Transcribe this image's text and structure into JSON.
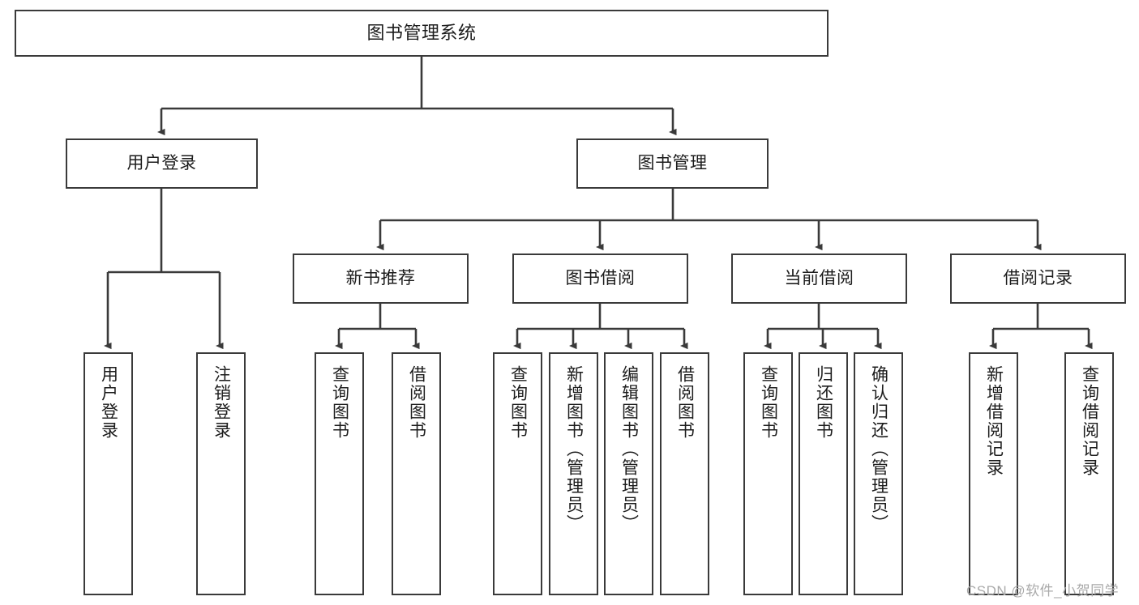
{
  "diagram": {
    "type": "tree-hierarchy",
    "title": "图书管理系统",
    "orientation": "top-down",
    "colors": {
      "stroke": "#3a3a3a",
      "fill": "#ffffff",
      "text": "#1c1c1c",
      "watermark": "#a9a9a9"
    },
    "root": {
      "label": "图书管理系统"
    },
    "level2": [
      {
        "label": "用户登录"
      },
      {
        "label": "图书管理"
      }
    ],
    "level3": [
      {
        "label": "新书推荐"
      },
      {
        "label": "图书借阅"
      },
      {
        "label": "当前借阅"
      },
      {
        "label": "借阅记录"
      }
    ],
    "leaves": {
      "user_login": [
        {
          "label": "用户登录"
        },
        {
          "label": "注销登录"
        }
      ],
      "new_book_recommend": [
        {
          "label": "查询图书"
        },
        {
          "label": "借阅图书"
        }
      ],
      "book_borrow": [
        {
          "label": "查询图书"
        },
        {
          "label": "新增图书（管理员）"
        },
        {
          "label": "编辑图书（管理员）"
        },
        {
          "label": "借阅图书"
        }
      ],
      "current_borrow": [
        {
          "label": "查询图书"
        },
        {
          "label": "归还图书"
        },
        {
          "label": "确认归还（管理员）"
        }
      ],
      "borrow_record": [
        {
          "label": "新增借阅记录"
        },
        {
          "label": "查询借阅记录"
        }
      ]
    },
    "watermark": "CSDN @软件_小贺同学"
  }
}
